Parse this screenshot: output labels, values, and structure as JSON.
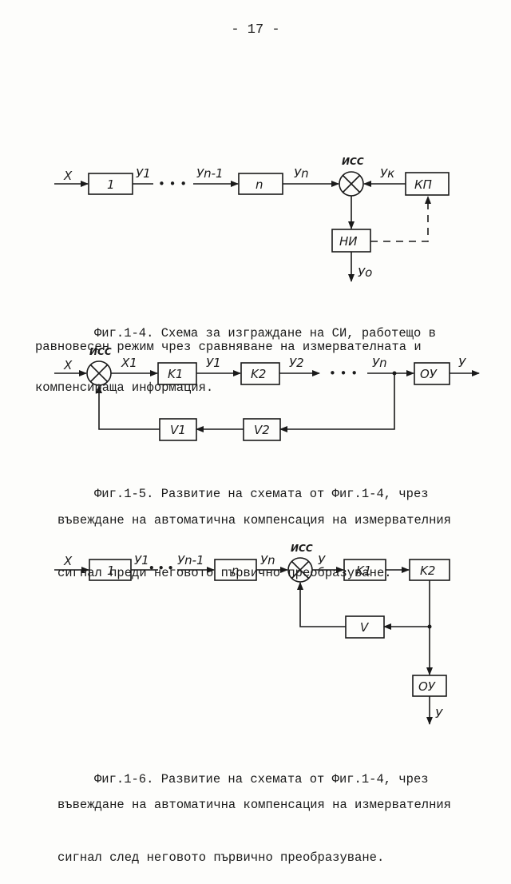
{
  "page_number": "- 17 -",
  "fig4": {
    "x": "X",
    "block1": "1",
    "y1": "У1",
    "dots": "• • •",
    "yn1": "Уn-1",
    "blockn": "n",
    "yn": "Уn",
    "iss": "ИСС",
    "yk": "Ук",
    "kp": "КП",
    "ni": "НИ",
    "yo": "Уо",
    "caption_line1": "Фиг.1-4. Схема за изграждане на СИ, работещо в",
    "caption_line2": "равновесен режим чрез сравняване на измервателната и",
    "caption_line3": "компенсираща информация."
  },
  "fig5": {
    "x": "X",
    "iss": "ИСС",
    "x1": "X1",
    "k1": "K1",
    "y1": "У1",
    "k2": "K2",
    "y2": "У2",
    "dots": "• • •",
    "yn": "Уn",
    "oy": "ОУ",
    "y": "У",
    "v1": "V1",
    "v2": "V2",
    "caption_line1": "Фиг.1-5. Развитие на схемата от Фиг.1-4, чрез",
    "caption_line2": "въвеждане на автоматична компенсация на измервателния",
    "caption_line3": "сигнал преди неговото първично преобразуване."
  },
  "fig6": {
    "x": "X",
    "block1": "1",
    "y1": "У1",
    "dots": "• • •",
    "yn1": "Уn-1",
    "blockn": "n",
    "yn": "Уn",
    "iss": "ИСС",
    "y": "У",
    "k1": "K1",
    "k2": "K2",
    "v": "V",
    "oy": "ОУ",
    "yout": "У",
    "caption_line1": "Фиг.1-6. Развитие на схемата от Фиг.1-4, чрез",
    "caption_line2": "въвеждане на автоматична компенсация на измервателния",
    "caption_line3": "сигнал след неговото първично преобразуване."
  }
}
